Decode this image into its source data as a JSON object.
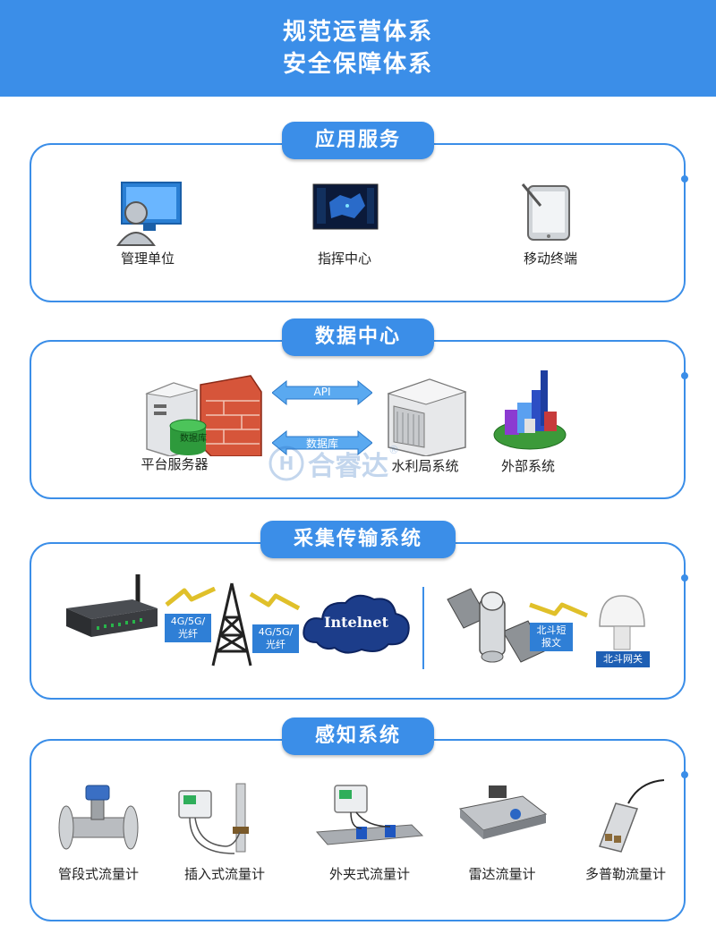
{
  "banner": {
    "line1": "规范运营体系",
    "line2": "安全保障体系"
  },
  "sections": {
    "app": {
      "title": "应用服务",
      "items": [
        "管理单位",
        "指挥中心",
        "移动终端"
      ]
    },
    "data": {
      "title": "数据中心",
      "items": [
        "平台服务器",
        "水利局系统",
        "外部系统"
      ],
      "db_tag": "数据库",
      "arrow_api": "API",
      "arrow_db": "数据库"
    },
    "transfer": {
      "title": "采集传输系统",
      "net_label_1": "4G/5G/\n光纤",
      "net_label_2": "4G/5G/\n光纤",
      "cloud": "Intelnet",
      "beidou_msg": "北斗短\n报文",
      "beidou_gateway": "北斗网关"
    },
    "sensing": {
      "title": "感知系统",
      "items": [
        "管段式流量计",
        "插入式流量计",
        "外夹式流量计",
        "雷达流量计",
        "多普勒流量计"
      ]
    }
  },
  "watermark": {
    "text": "合睿达",
    "reg": "®",
    "logo_letter": "H"
  },
  "colors": {
    "accent": "#3b8ee8",
    "tab": "#3b8ee8"
  }
}
